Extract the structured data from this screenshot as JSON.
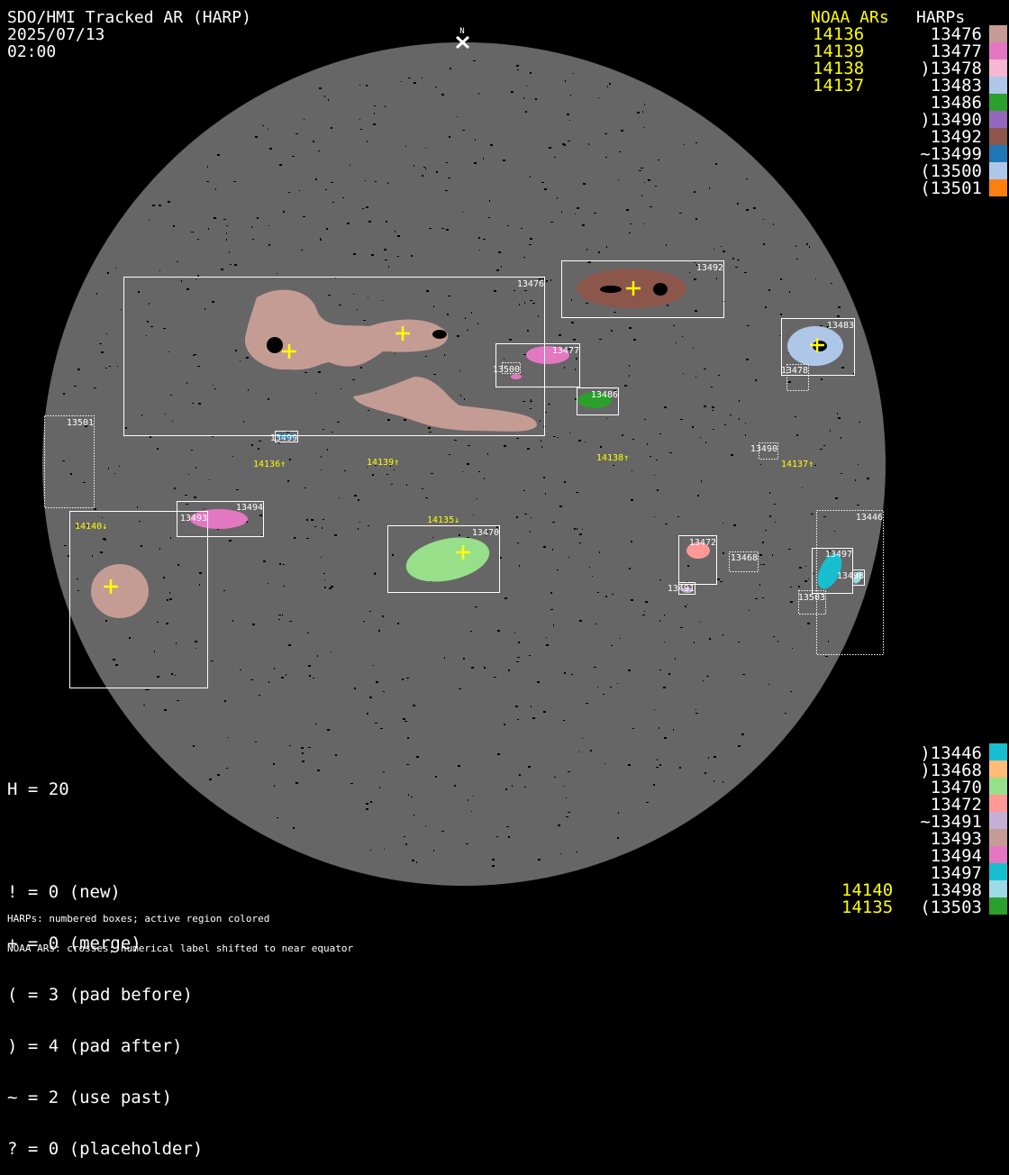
{
  "header": {
    "title": "SDO/HMI Tracked AR (HARP)",
    "date": "2025/07/13",
    "time": "02:00"
  },
  "north_label": "N",
  "legend_top": {
    "noaa_heading": "NOAA ARs",
    "harps_heading": "HARPs",
    "noaa": [
      "14136",
      "14139",
      "14138",
      "14137"
    ],
    "harps": [
      {
        "label": "13476",
        "color": "#c49c94"
      },
      {
        "label": "13477",
        "color": "#e377c2"
      },
      {
        "label": ")13478",
        "color": "#f7b6d2"
      },
      {
        "label": "13483",
        "color": "#aec7e8"
      },
      {
        "label": "13486",
        "color": "#2ca02c"
      },
      {
        "label": ")13490",
        "color": "#9467bd"
      },
      {
        "label": "13492",
        "color": "#8c564b"
      },
      {
        "label": "~13499",
        "color": "#1f77b4"
      },
      {
        "label": "(13500",
        "color": "#aec7e8"
      },
      {
        "label": "(13501",
        "color": "#ff7f0e"
      }
    ]
  },
  "legend_bottom": {
    "noaa": [
      "14140",
      "14135"
    ],
    "harps": [
      {
        "label": ")13446",
        "color": "#17becf"
      },
      {
        "label": ")13468",
        "color": "#ffbb78"
      },
      {
        "label": "13470",
        "color": "#98df8a"
      },
      {
        "label": "13472",
        "color": "#ff9896"
      },
      {
        "label": "~13491",
        "color": "#c5b0d5"
      },
      {
        "label": "13493",
        "color": "#c49c94"
      },
      {
        "label": "13494",
        "color": "#e377c2"
      },
      {
        "label": "13497",
        "color": "#17becf"
      },
      {
        "label": "13498",
        "color": "#9edae5"
      },
      {
        "label": "(13503",
        "color": "#2ca02c"
      }
    ]
  },
  "stats": {
    "h": "H = 20",
    "lines": [
      "! = 0 (new)",
      "+ = 0 (merge)",
      "( = 3 (pad before)",
      ") = 4 (pad after)",
      "~ = 2 (use past)",
      "? = 0 (placeholder)"
    ]
  },
  "notes": [
    "HARPs: numbered boxes; active region colored",
    "NOAA ARs: crosses; numerical label shifted to near equator"
  ],
  "map": {
    "harp_labels": {
      "h13476": "13476",
      "h13492": "13492",
      "h13483": "13483",
      "h13478": "13478",
      "h13477": "13477",
      "h13500": "13500",
      "h13486": "13486",
      "h13499": "13499",
      "h13501": "13501",
      "h13490": "13490",
      "h13493": "13493",
      "h13494": "13494",
      "h13470": "13470",
      "h13472": "13472",
      "h13491": "13491",
      "h13468": "13468",
      "h13446": "13446",
      "h13497": "13497",
      "h13498": "13498",
      "h13503": "13503"
    },
    "noaa_labels": {
      "n14136": "14136↑",
      "n14139": "14139↑",
      "n14138": "14138↑",
      "n14137": "14137↑",
      "n14140": "14140↓",
      "n14135": "14135↓"
    }
  }
}
